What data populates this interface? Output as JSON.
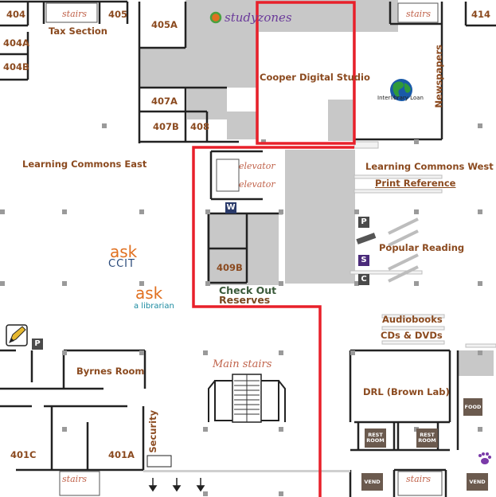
{
  "rooms": {
    "r404": "404",
    "r405": "405",
    "r404a": "404A",
    "r404b": "404B",
    "r405a": "405A",
    "r407a": "407A",
    "r407b": "407B",
    "r408": "408",
    "r409b": "409B",
    "r414": "414",
    "r401c": "401C",
    "r401a": "401A"
  },
  "areas": {
    "tax_section": "Tax Section",
    "study_zones": "studyzones",
    "cooper_digital_studio": "Cooper Digital Studio",
    "interlibrary_loan": "Interlibrary Loan",
    "newspapers": "Newspapers",
    "learning_commons_east": "Learning Commons East",
    "learning_commons_west": "Learning Commons West",
    "print_reference": "Print Reference",
    "popular_reading": "Popular Reading",
    "check_out": "Check Out",
    "reserves": "Reserves",
    "audiobooks": "Audiobooks",
    "cds_dvds": "CDs & DVDs",
    "byrnes_room": "Byrnes Room",
    "drl": "DRL (Brown Lab)",
    "security": "Security",
    "main_stairs": "Main stairs",
    "elevator": "elevator",
    "stairs": "stairs"
  },
  "services": {
    "ask_ccit_top": "ask",
    "ask_ccit_bottom": "CCIT",
    "ask_librarian_top": "ask",
    "ask_librarian_bottom": "a librarian"
  },
  "markers": {
    "w": "W",
    "p": "P",
    "s": "S",
    "c": "C",
    "food": "FOOD",
    "rest_room": "REST ROOM",
    "vend": "VEND"
  },
  "icons": [
    "study-zones-icon",
    "globe-icon",
    "pencil-icon",
    "tiger-paw-icon"
  ],
  "colors": {
    "room_label": "#8b4a1f",
    "route": "#e8202a",
    "gray_fill": "#c8c8c8",
    "wall": "#222222",
    "ccit_orange": "#e07020",
    "ccit_blue": "#2a4a7a",
    "librarian_blue": "#1a8aa0",
    "checkout_green": "#4a5a2a"
  }
}
